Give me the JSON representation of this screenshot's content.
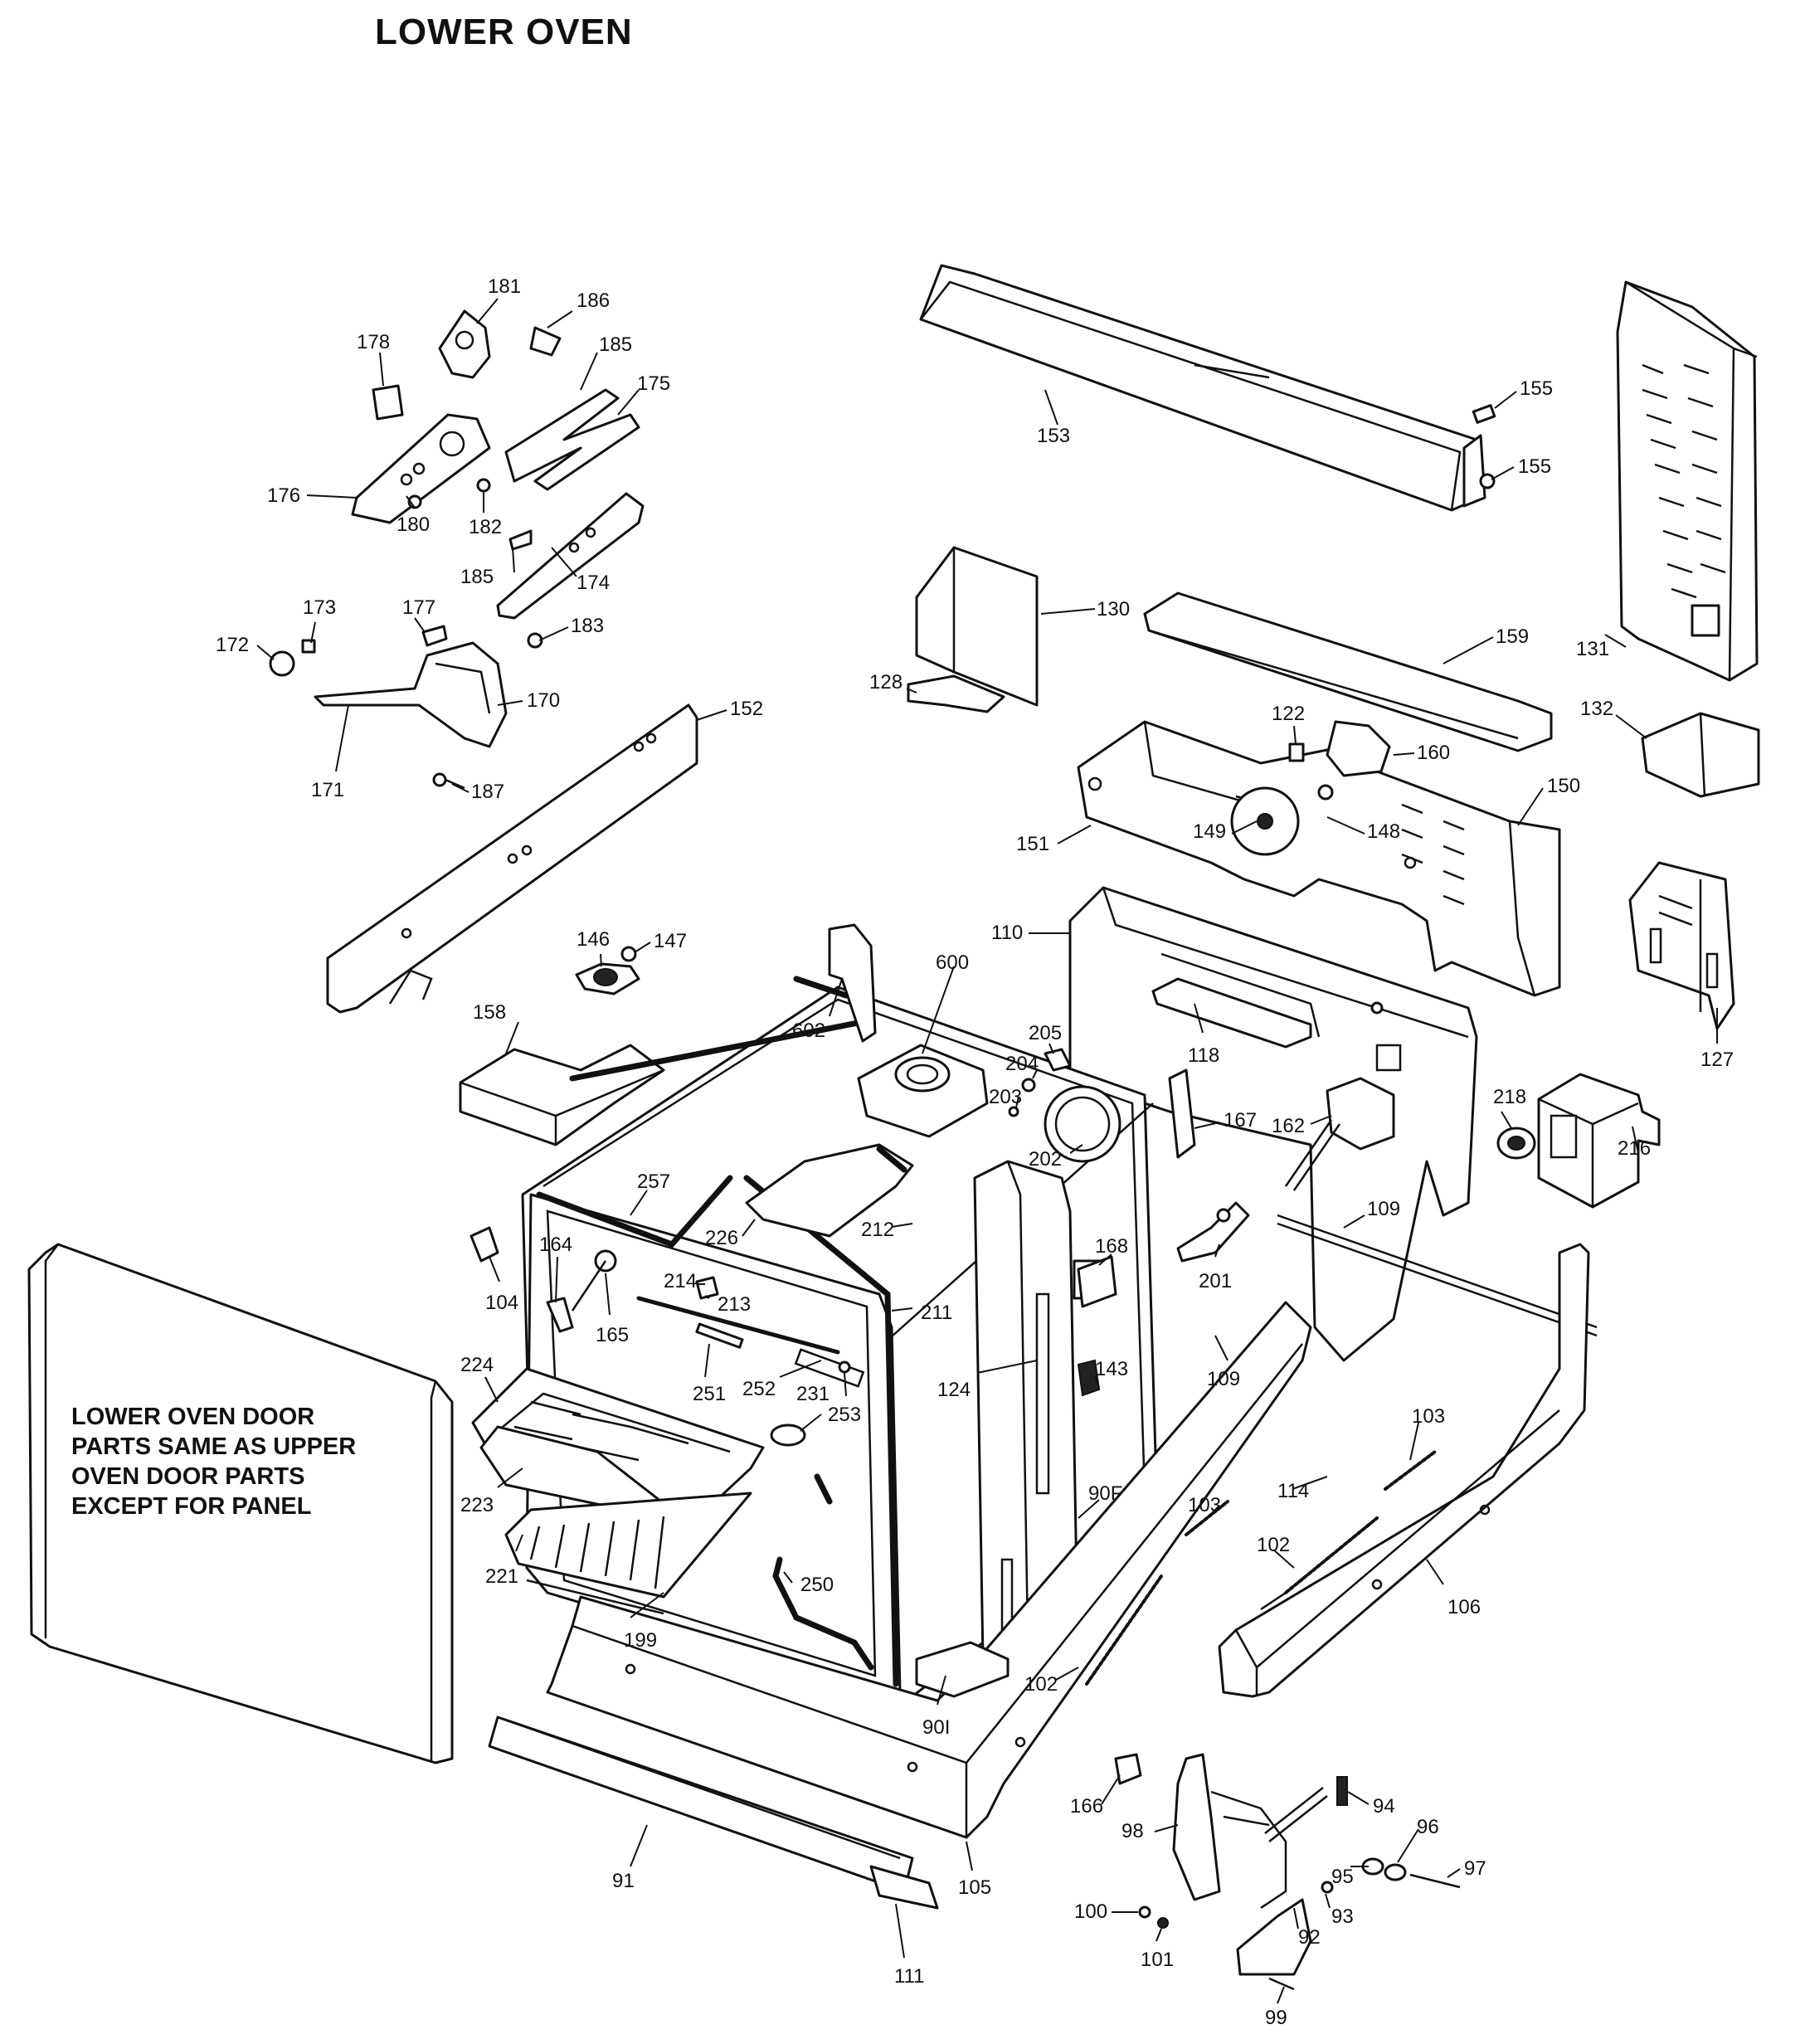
{
  "title": "LOWER OVEN",
  "note": {
    "lines": [
      "LOWER OVEN DOOR",
      "PARTS SAME AS UPPER",
      "OVEN DOOR PARTS",
      "EXCEPT FOR PANEL"
    ]
  },
  "callouts": [
    "181",
    "186",
    "178",
    "185",
    "175",
    "176",
    "180",
    "182",
    "185",
    "174",
    "173",
    "177",
    "183",
    "172",
    "170",
    "171",
    "187",
    "152",
    "153",
    "155",
    "155",
    "130",
    "128",
    "159",
    "131",
    "132",
    "122",
    "160",
    "150",
    "151",
    "149",
    "148",
    "110",
    "127",
    "146",
    "147",
    "158",
    "600",
    "602",
    "205",
    "204",
    "203",
    "202",
    "118",
    "167",
    "162",
    "218",
    "216",
    "257",
    "226",
    "212",
    "109",
    "201",
    "168",
    "104",
    "164",
    "214",
    "213",
    "165",
    "211",
    "224",
    "251",
    "252",
    "231",
    "253",
    "124",
    "143",
    "109",
    "223",
    "221",
    "250",
    "90F",
    "103",
    "114",
    "103",
    "102",
    "102",
    "106",
    "199",
    "90I",
    "166",
    "94",
    "98",
    "96",
    "95",
    "97",
    "91",
    "105",
    "100",
    "93",
    "101",
    "92",
    "111",
    "99"
  ]
}
